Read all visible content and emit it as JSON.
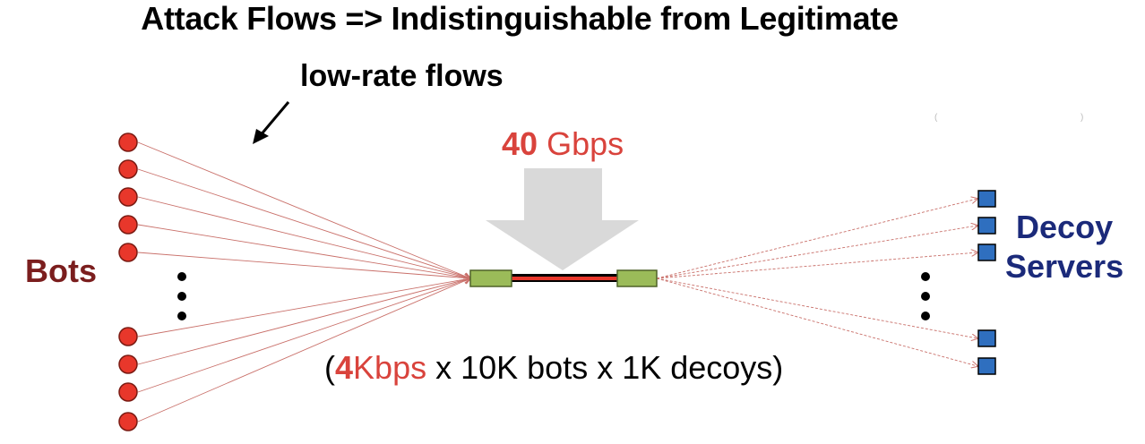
{
  "title": "Attack Flows => Indistinguishable from Legitimate",
  "labels": {
    "low_rate_flows": "low-rate flows",
    "bots": "Bots",
    "decoy_line1": "Decoy",
    "decoy_line2": "Servers"
  },
  "bandwidth": {
    "value": "40",
    "unit": "Gbps"
  },
  "formula": {
    "open_paren": "(",
    "rate_value": "4",
    "rate_unit": "Kbps",
    "rest": " x 10K bots x 1K decoys)"
  },
  "colors": {
    "bot": "#e8372b",
    "decoy": "#2f6fbf",
    "link_red": "#e8372b",
    "link_end": "#9bbb59",
    "flow_line": "#c9706a",
    "arrow": "#d9d9d9"
  },
  "bots_shown": 9,
  "decoys_shown": 5
}
